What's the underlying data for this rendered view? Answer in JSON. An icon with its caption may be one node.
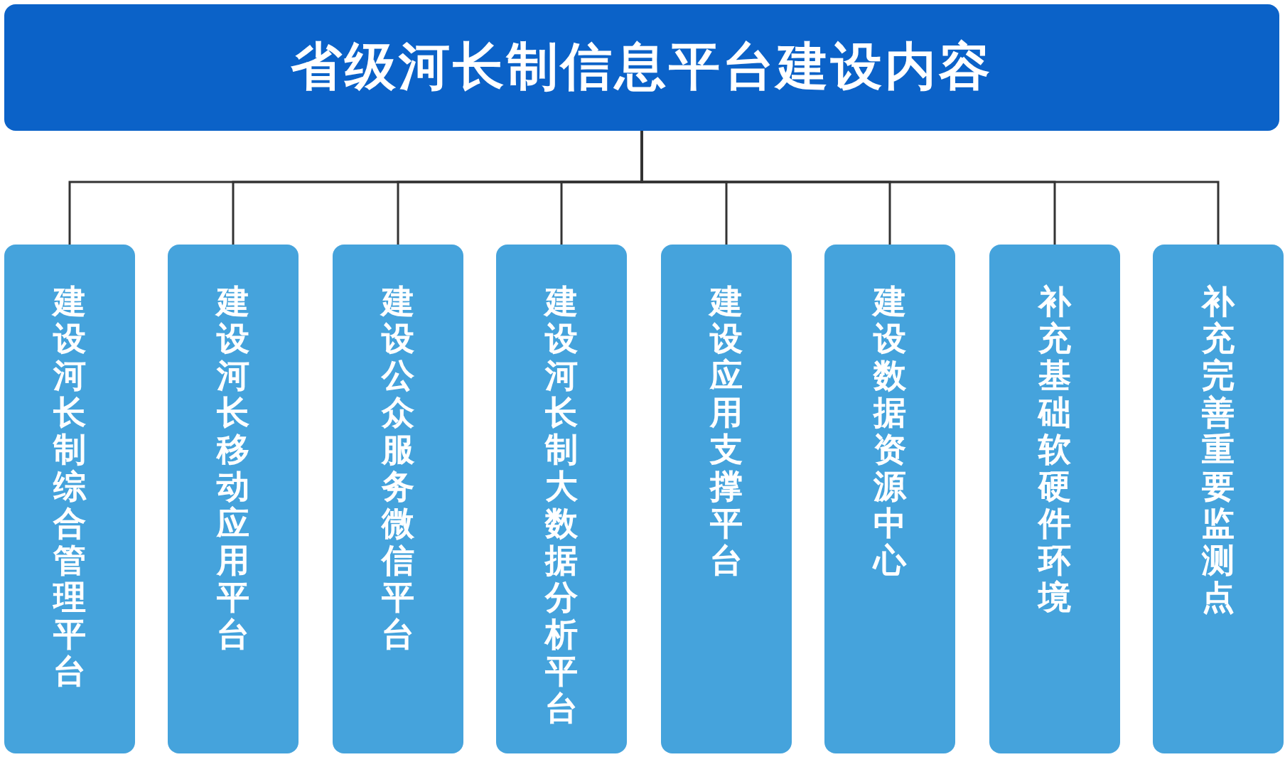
{
  "diagram": {
    "nodes": [
      {
        "text": [
          "省级河长制信息平台建设内容"
        ]
      },
      {
        "text": [
          "建设河长制综合管理平台"
        ]
      },
      {
        "text": [
          "建设河长移动应用平台"
        ]
      },
      {
        "text": [
          "建设公众服务微信平台"
        ]
      },
      {
        "text": [
          "建设河长制大数据分析平台"
        ]
      },
      {
        "text": [
          "建设应用支撑平台"
        ]
      },
      {
        "text": [
          "建设数据资源中心"
        ]
      },
      {
        "text": [
          "补充基础软硬件环境"
        ]
      },
      {
        "text": [
          "补充完善重要监测点"
        ]
      }
    ],
    "edges": [
      {
        "from": 0,
        "to": 1,
        "arrow": "none"
      },
      {
        "from": 0,
        "to": 2,
        "arrow": "none"
      },
      {
        "from": 0,
        "to": 3,
        "arrow": "none"
      },
      {
        "from": 0,
        "to": 4,
        "arrow": "none"
      },
      {
        "from": 0,
        "to": 5,
        "arrow": "none"
      },
      {
        "from": 0,
        "to": 6,
        "arrow": "none"
      },
      {
        "from": 0,
        "to": 7,
        "arrow": "none"
      },
      {
        "from": 0,
        "to": 8,
        "arrow": "none"
      }
    ]
  }
}
